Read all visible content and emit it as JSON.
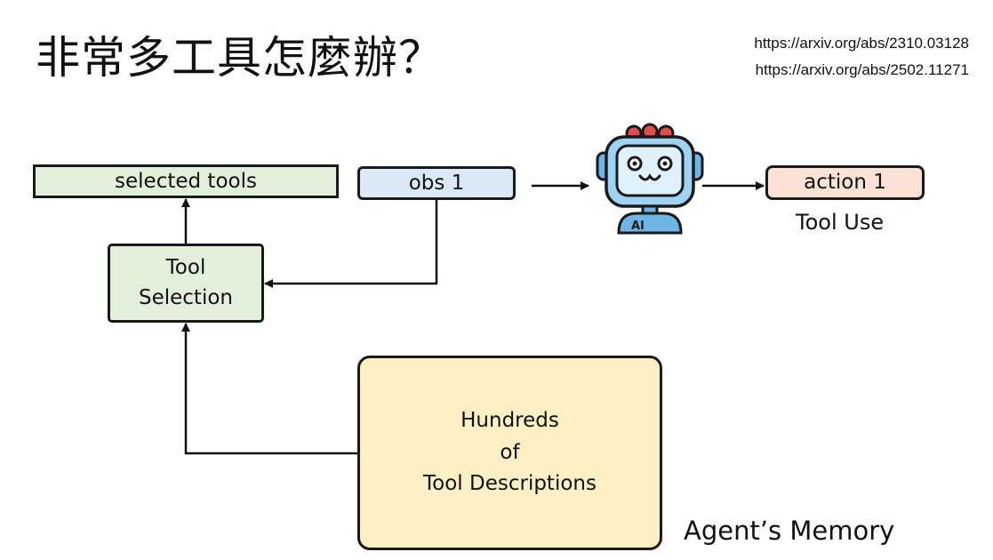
{
  "title": "非常多工具怎麼辦？",
  "references": [
    "https://arxiv.org/abs/2310.03128",
    "https://arxiv.org/abs/2502.11271"
  ],
  "boxes": {
    "selected_tools": "selected tools",
    "obs": "obs 1",
    "action": "action 1",
    "tool_selection": [
      "Tool",
      "Selection"
    ],
    "descriptions": [
      "Hundreds",
      "of",
      "Tool Descriptions"
    ]
  },
  "labels": {
    "tool_use": "Tool Use",
    "memory": "Agent’s Memory"
  },
  "robot_badge": "AI",
  "colors": {
    "selected_tools_fill": "#e2efda",
    "obs_fill": "#dbe8f5",
    "action_fill": "#fbe2d5",
    "descriptions_fill": "#fcefc3",
    "robot_screen": "#8ecbf0",
    "robot_antenna": "#e74c4c"
  }
}
